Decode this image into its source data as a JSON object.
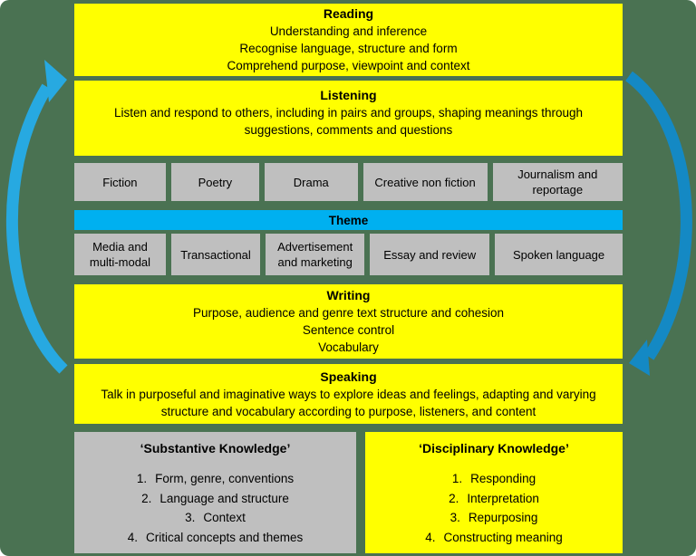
{
  "colors": {
    "background_green": "#4a7252",
    "panel_yellow": "#ffff00",
    "panel_gray": "#bfbfbf",
    "theme_blue": "#00b0f0",
    "arrow_left_blue": "#27a9e1",
    "arrow_right_blue": "#1489c4",
    "text": "#000000"
  },
  "icons": {
    "left_arrow": "cycle-arrow-upward",
    "right_arrow": "cycle-arrow-downward"
  },
  "reading": {
    "title": "Reading",
    "lines": [
      "Understanding and inference",
      "Recognise language, structure and form",
      "Comprehend purpose, viewpoint and context"
    ]
  },
  "listening": {
    "title": "Listening",
    "text": "Listen and respond to others, including in pairs and groups, shaping meanings through suggestions, comments and questions"
  },
  "genres_row1": {
    "items": [
      "Fiction",
      "Poetry",
      "Drama",
      "Creative non fiction",
      "Journalism and reportage"
    ]
  },
  "theme": {
    "label": "Theme"
  },
  "genres_row2": {
    "items": [
      "Media and multi-modal",
      "Transactional",
      "Advertisement and marketing",
      "Essay and review",
      "Spoken language"
    ]
  },
  "writing": {
    "title": "Writing",
    "lines": [
      "Purpose, audience and genre text structure and cohesion",
      "Sentence control",
      "Vocabulary"
    ]
  },
  "speaking": {
    "title": "Speaking",
    "text": "Talk in purposeful and imaginative ways to explore ideas and feelings, adapting and varying structure and vocabulary according to purpose, listeners, and content"
  },
  "substantive": {
    "title": "‘Substantive Knowledge’",
    "items": [
      {
        "num": "1.",
        "text": "Form, genre, conventions"
      },
      {
        "num": "2.",
        "text": "Language and structure"
      },
      {
        "num": "3.",
        "text": "Context"
      },
      {
        "num": "4.",
        "text": "Critical concepts and themes"
      }
    ]
  },
  "disciplinary": {
    "title": "‘Disciplinary Knowledge’",
    "items": [
      {
        "num": "1.",
        "text": "Responding"
      },
      {
        "num": "2.",
        "text": "Interpretation"
      },
      {
        "num": "3.",
        "text": "Repurposing"
      },
      {
        "num": "4.",
        "text": "Constructing meaning"
      }
    ]
  }
}
